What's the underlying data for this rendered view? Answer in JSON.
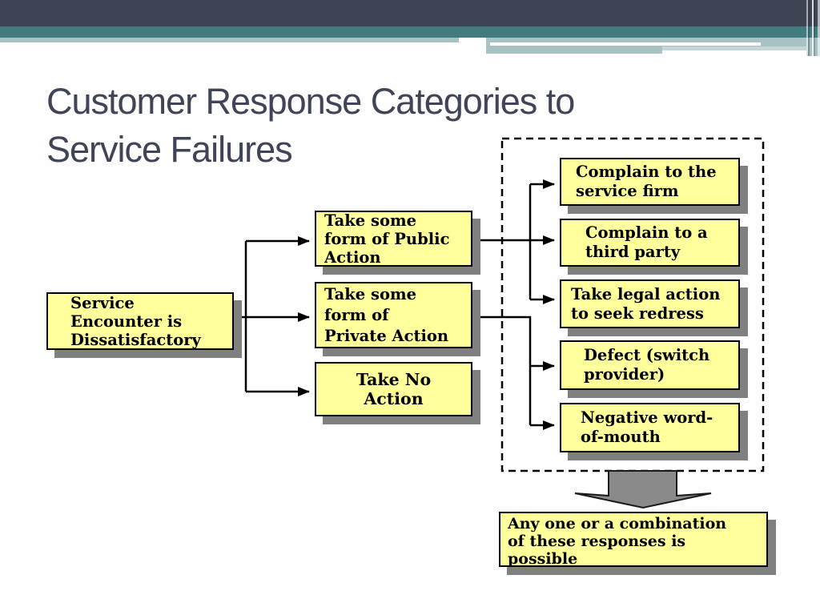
{
  "slide": {
    "title": "Customer Response Categories to\nService Failures"
  },
  "diagram": {
    "root": {
      "label": "Service\nEncounter is\nDissatisfactory"
    },
    "level2": [
      {
        "label": "Take some\nform of Public\nAction"
      },
      {
        "label": "Take some\nform of\nPrivate Action"
      },
      {
        "label": "Take No\nAction"
      }
    ],
    "level3": [
      {
        "label": "Complain to the\nservice firm"
      },
      {
        "label": "Complain to a\nthird party"
      },
      {
        "label": "Take legal action\nto seek redress"
      },
      {
        "label": "Defect (switch\nprovider)"
      },
      {
        "label": "Negative word-\nof-mouth"
      }
    ],
    "conclusion": {
      "label": "Any one or a combination\nof these responses is\npossible"
    }
  },
  "colors": {
    "header_dark": "#3e4454",
    "header_teal": "#417c80",
    "header_light_teal": "#a8c2c4",
    "title_text": "#3f4456",
    "box_fill": "#ffff9c",
    "box_border": "#000000",
    "box_shadow": "#808080",
    "connector": "#000000",
    "block_arrow_fill": "#8a8a8a",
    "background": "#fefefe"
  }
}
